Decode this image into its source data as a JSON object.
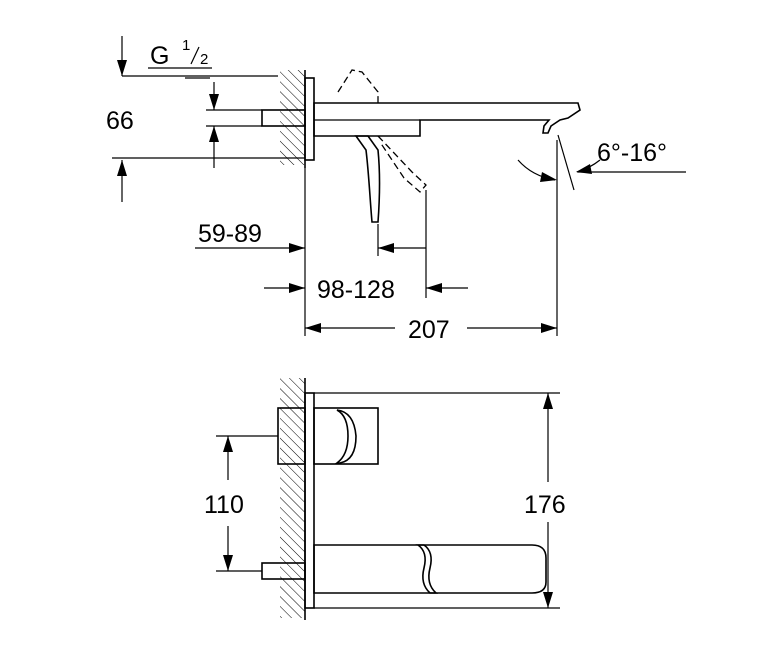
{
  "side_view": {
    "thread_label": "G",
    "thread_num": "1",
    "thread_den": "2",
    "dim_66": "66",
    "dim_59_89": "59-89",
    "dim_98_128": "98-128",
    "dim_207": "207",
    "angle_label": "6°-16°"
  },
  "front_view": {
    "dim_110": "110",
    "dim_176": "176"
  }
}
